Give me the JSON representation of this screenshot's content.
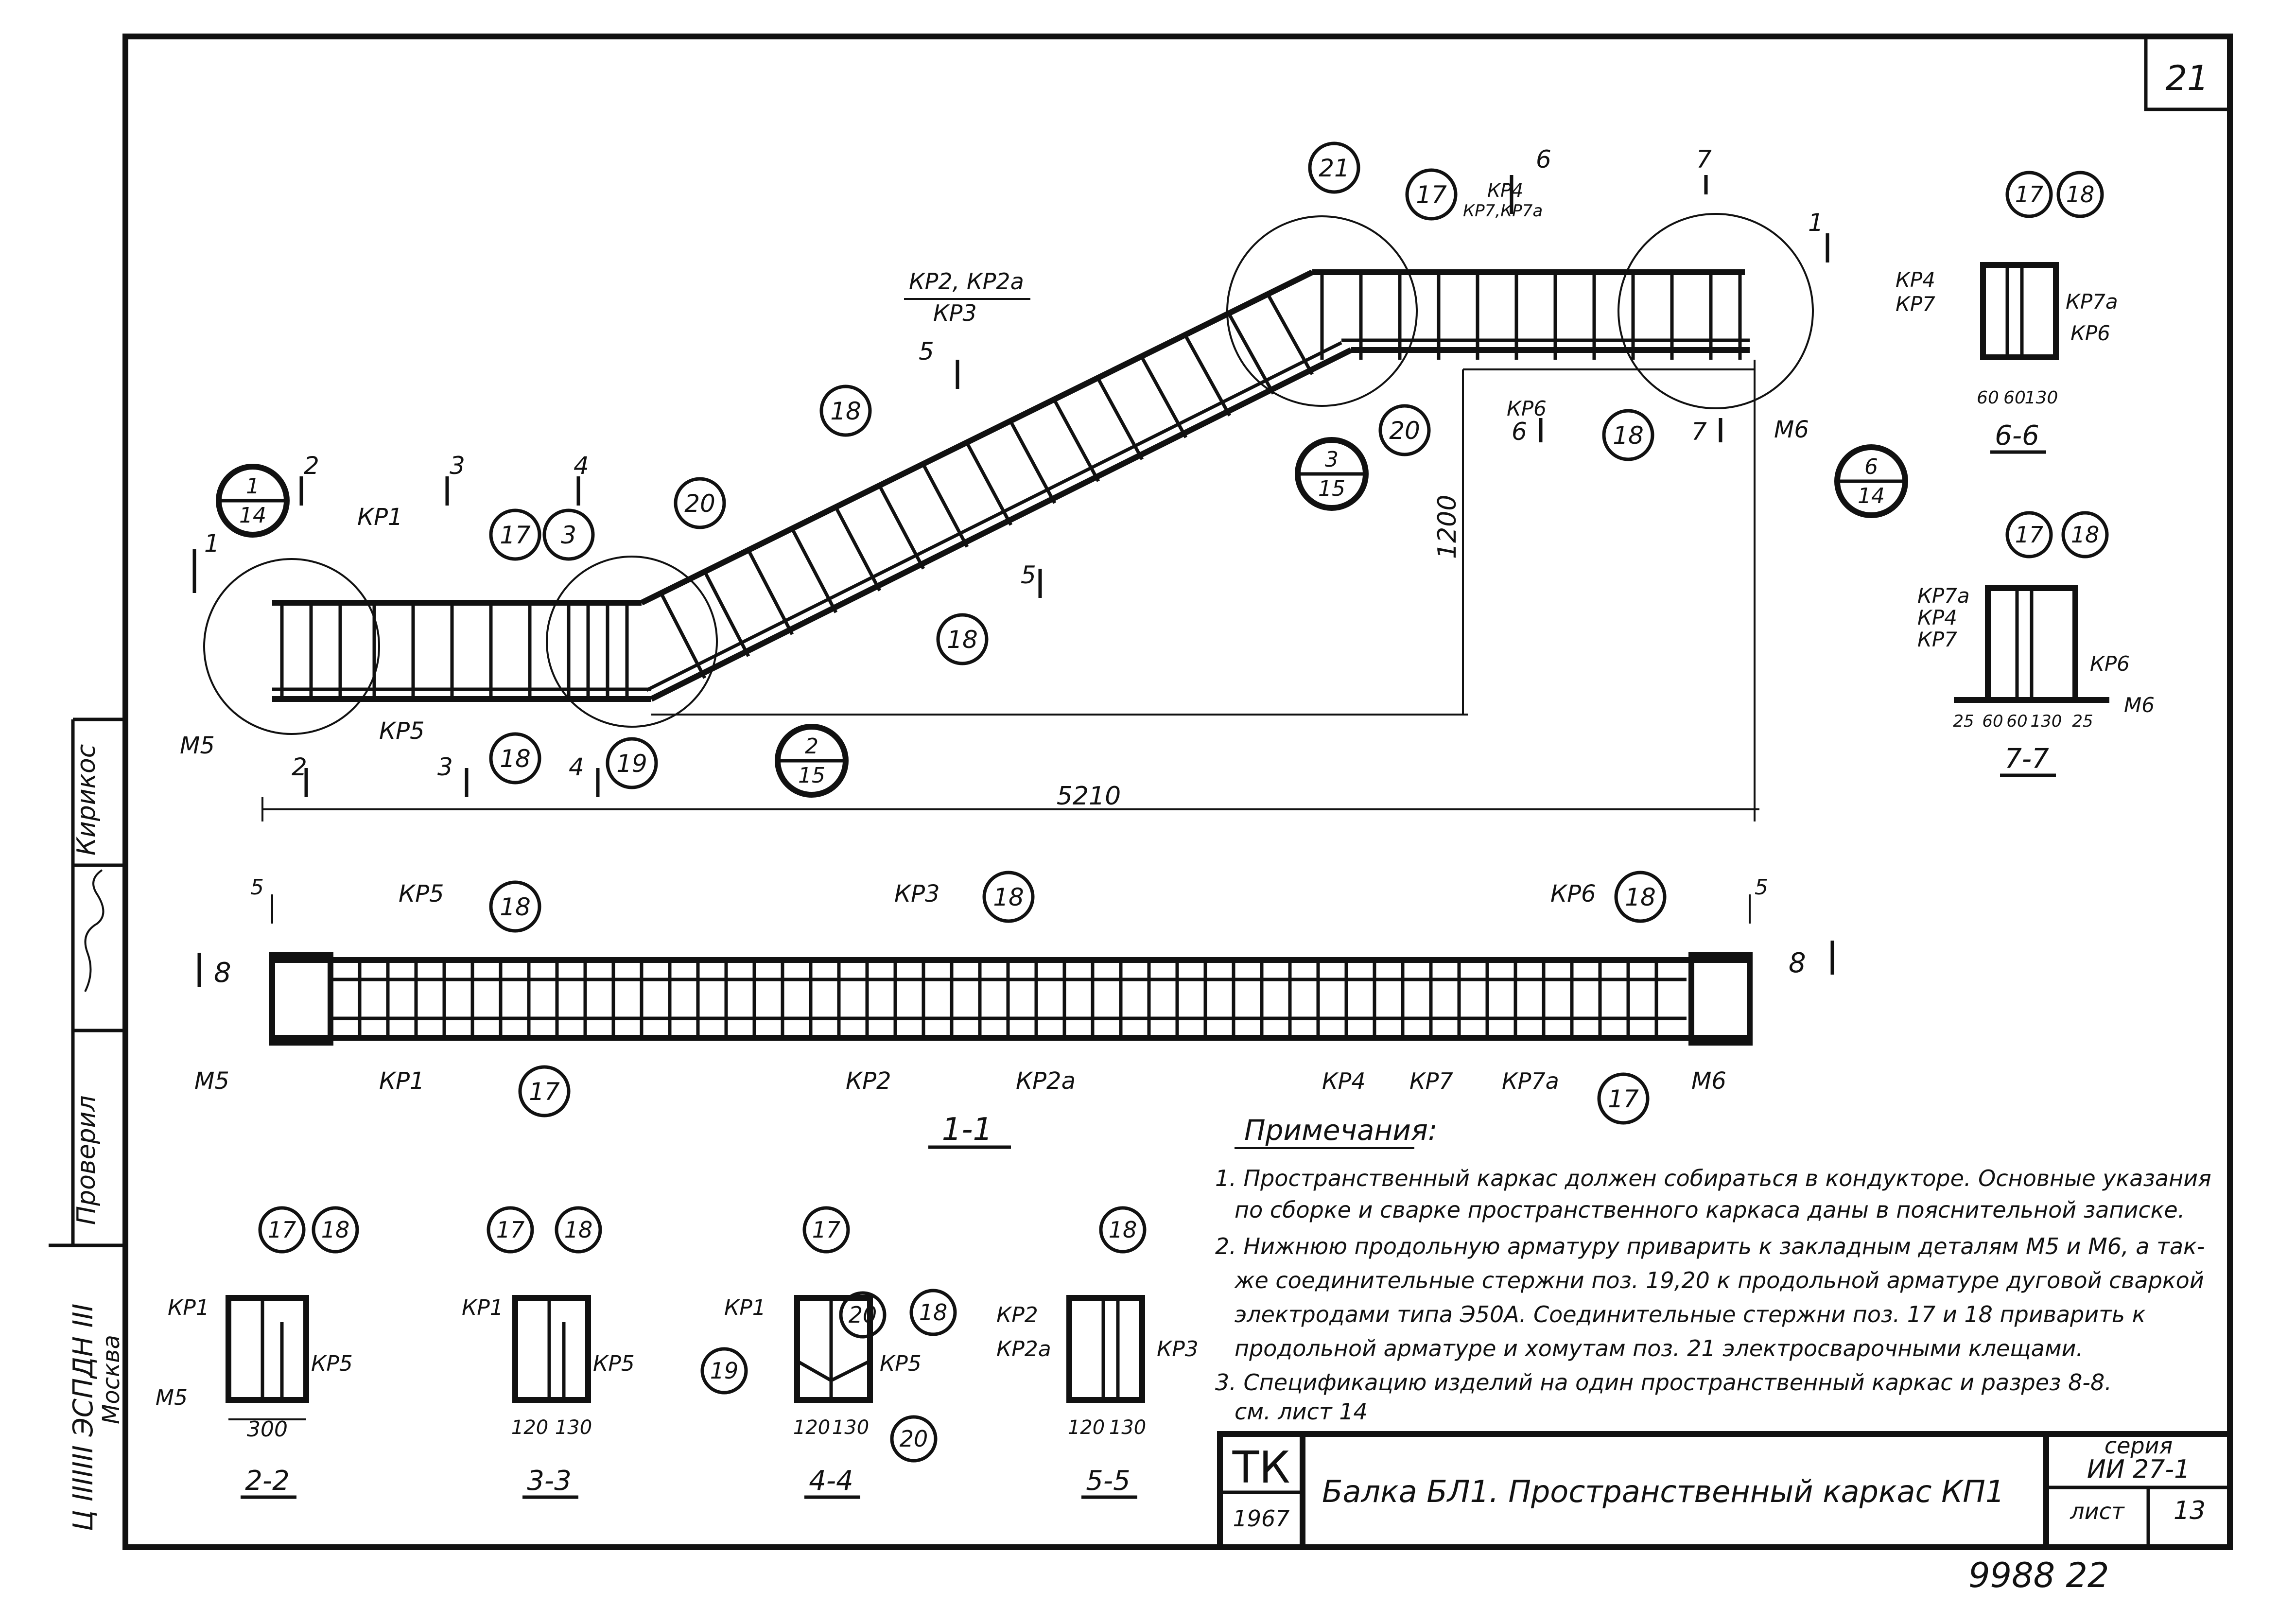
{
  "sheet": {
    "page_number": "21",
    "side_labels": {
      "checked_label": "Проверил",
      "name": "Кирикос",
      "city": "Москва"
    },
    "left_vertical_code": "Ц ІІІІІІІ ЭСПДН ІІІ"
  },
  "elevation": {
    "leaders": [
      "КР1",
      "КР5",
      "КР2, КР2а",
      "КР3",
      "КР4",
      "КР7,КР7а",
      "КР6",
      "М5",
      "М6"
    ],
    "balloons": [
      "17",
      "3",
      "20",
      "18",
      "18",
      "18",
      "19",
      "21",
      "17",
      "20",
      "18"
    ],
    "section_marks": [
      "1",
      "2",
      "3",
      "4",
      "5",
      "6",
      "7",
      "1",
      "2",
      "3",
      "4",
      "5",
      "6",
      "7"
    ],
    "detail_refs": [
      {
        "num": "1",
        "sheet": "14"
      },
      {
        "num": "2",
        "sheet": "15"
      },
      {
        "num": "3",
        "sheet": "15"
      },
      {
        "num": "6",
        "sheet": "14"
      }
    ],
    "dim_length": "5210",
    "dim_height": "1200"
  },
  "plan": {
    "title": "1-1",
    "labels_top": [
      "КР5",
      "КР3",
      "КР6"
    ],
    "labels_bottom": [
      "М5",
      "КР1",
      "КР2",
      "КР2а",
      "КР4",
      "КР7",
      "КР7а",
      "М6"
    ],
    "balloons": [
      "18",
      "17",
      "18",
      "18",
      "17"
    ],
    "section_marks": [
      "5",
      "5",
      "8",
      "8"
    ]
  },
  "sections": [
    {
      "title": "2-2",
      "labels": [
        "КР1",
        "КР5",
        "М5"
      ],
      "balloons": [
        "17",
        "18"
      ],
      "dims": [
        "300"
      ]
    },
    {
      "title": "3-3",
      "labels": [
        "КР1",
        "КР5"
      ],
      "balloons": [
        "17",
        "18"
      ],
      "dims": [
        "120",
        "130"
      ]
    },
    {
      "title": "4-4",
      "labels": [
        "КР1",
        "КР5"
      ],
      "balloons": [
        "17",
        "20",
        "18",
        "19",
        "20"
      ],
      "dims": [
        "120",
        "130"
      ]
    },
    {
      "title": "5-5",
      "labels": [
        "КР2",
        "КР2а",
        "КР3"
      ],
      "balloons": [
        "18"
      ],
      "dims": [
        "120",
        "130"
      ]
    },
    {
      "title": "6-6",
      "labels": [
        "КР4",
        "КР7",
        "КР7а",
        "КР6"
      ],
      "balloons": [
        "17",
        "18"
      ],
      "dims": [
        "60",
        "60",
        "130"
      ]
    },
    {
      "title": "7-7",
      "labels": [
        "КР7а",
        "КР4",
        "КР7",
        "КР6",
        "М6"
      ],
      "balloons": [
        "17",
        "18"
      ],
      "dims": [
        "25",
        "60",
        "60",
        "130",
        "25"
      ]
    }
  ],
  "notes": {
    "heading": "Примечания:",
    "lines": [
      "1. Пространственный каркас должен собираться в кондукторе. Основные указания",
      "по сборке и сварке пространственного каркаса даны в пояснительной записке.",
      "2. Нижнюю продольную арматуру приварить к закладным деталям М5 и М6, а так-",
      "же соединительные стержни поз. 19,20 к продольной арматуре дуговой сваркой",
      "электродами типа Э50А. Соединительные стержни поз. 17 и 18 приварить к",
      "продольной арматуре и хомутам поз. 21 электросварочными клещами.",
      "3. Спецификацию изделий на один пространственный каркас и разрез 8-8.",
      "см. лист 14"
    ]
  },
  "title_block": {
    "org": "ТК",
    "year": "1967",
    "title": "Балка БЛ1. Пространственный каркас КП1",
    "series_label": "серия",
    "series_value": "ИИ 27-1",
    "sheet_label": "лист",
    "sheet_value": "13"
  },
  "archive_number": "9988 22"
}
